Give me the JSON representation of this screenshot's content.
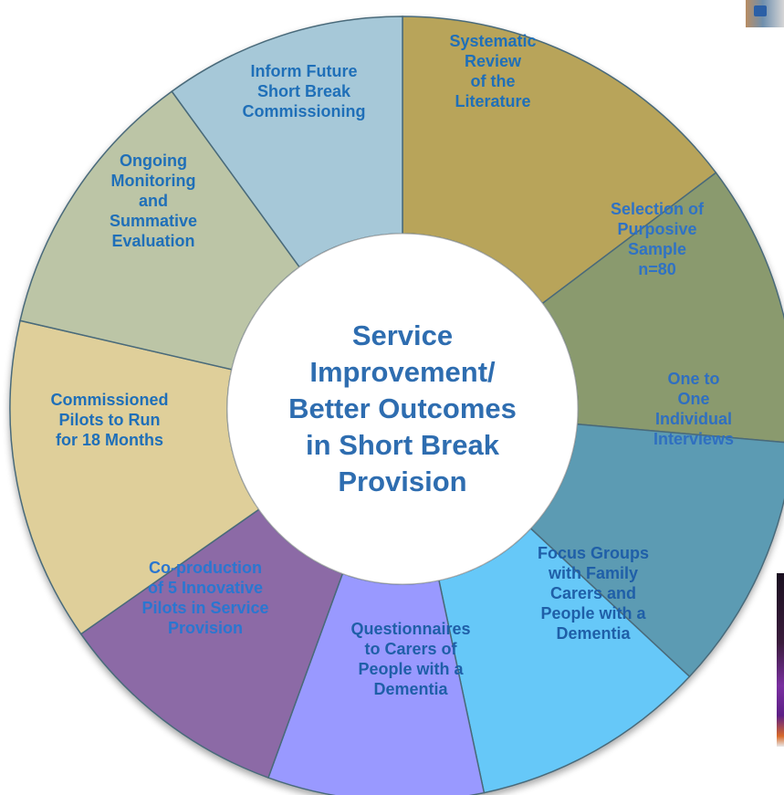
{
  "center": {
    "lines": [
      "Service",
      "Improvement/",
      "Better Outcomes",
      "in Short Break",
      "Provision"
    ]
  },
  "segments": [
    {
      "lines": [
        "Systematic",
        "Review",
        "of the",
        "Literature"
      ],
      "color": "#b8a45a",
      "text_color": "#1f6fb8"
    },
    {
      "lines": [
        "Selection of",
        "Purposive",
        "Sample",
        "n=80"
      ],
      "color": "#8a9a6e",
      "text_color": "#2f72c4"
    },
    {
      "lines": [
        "One to",
        "One",
        "Individual",
        "Interviews"
      ],
      "color": "#5b9bb3",
      "text_color": "#2f6fc0"
    },
    {
      "lines": [
        "Focus Groups",
        "with Family",
        "Carers and",
        "People with a",
        "Dementia"
      ],
      "color": "#66c8f8",
      "text_color": "#1f5fa8"
    },
    {
      "lines": [
        "Questionnaires",
        "to Carers of",
        "People with a",
        "Dementia"
      ],
      "color": "#9999ff",
      "text_color": "#1f5fa8"
    },
    {
      "lines": [
        "Co-production",
        "of 5 Innovative",
        "Pilots in Service",
        "Provision"
      ],
      "color": "#8c6aa6",
      "text_color": "#2a76d0"
    },
    {
      "lines": [
        "Commissioned",
        "Pilots to Run",
        "for 18 Months"
      ],
      "color": "#dfcf9a",
      "text_color": "#1f6fb8"
    },
    {
      "lines": [
        "Ongoing",
        "Monitoring",
        "and",
        "Summative",
        "Evaluation"
      ],
      "color": "#bcc5a6",
      "text_color": "#1f6fb8"
    },
    {
      "lines": [
        "Inform Future",
        "Short Break",
        "Commissioning"
      ],
      "color": "#a6c8d8",
      "text_color": "#1f6fb8"
    }
  ],
  "icons": {
    "corner_logo": "hsc-logo",
    "edge_strip": "photo-edge"
  }
}
